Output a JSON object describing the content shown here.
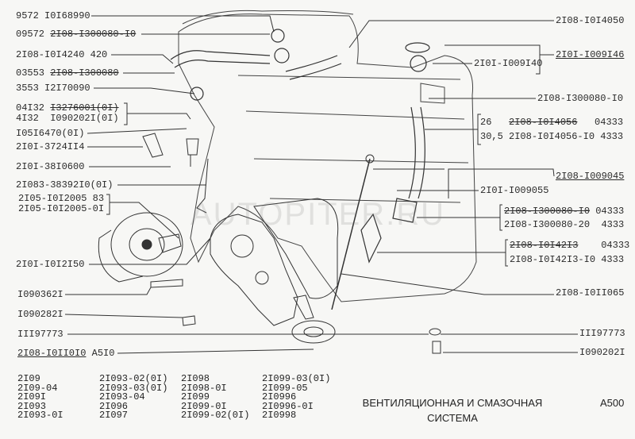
{
  "watermark": "AUTOPITER.RU",
  "left_labels": [
    {
      "qty": "9572",
      "part": "I0I68990"
    },
    {
      "qty": "09572",
      "part": "2I08-I300080-I0",
      "struck": true
    },
    {
      "part": "2I08-I0I4240",
      "suffix": "420"
    },
    {
      "qty": "03553",
      "part": "2I08-I300080",
      "struck": true
    },
    {
      "qty": "3553",
      "part": "I2I70090"
    },
    {
      "qty": "04I32",
      "part": "I3276001(0I)",
      "struck": true
    },
    {
      "qty": "4I32",
      "part": "I090202I(0I)"
    },
    {
      "part": "I05I6470(0I)"
    },
    {
      "part": "2I0I-3724II4"
    },
    {
      "part": "2I0I-38I0600"
    },
    {
      "part": "2I083-38392I0(0I)"
    },
    {
      "part": "2I05-I0I2005",
      "suffix": "83"
    },
    {
      "part": "2I05-I0I2005-0I"
    },
    {
      "part": "2I0I-I0I2I50"
    },
    {
      "part": "I090362I"
    },
    {
      "part": "I090282I"
    },
    {
      "part": "III97773"
    },
    {
      "part": "2I08-I0II0I0",
      "suffix": "A5I0",
      "underlined": true
    }
  ],
  "right_labels": [
    {
      "part": "2I08-I0I4050"
    },
    {
      "part": "2I0I-I009I40"
    },
    {
      "part": "2I0I-I009I46",
      "underlined": true
    },
    {
      "part": "2I08-I300080-I0"
    },
    {
      "qty": "26",
      "part": "2I08-I0I4056",
      "suffix": "04333",
      "struck": true
    },
    {
      "qty": "30,5",
      "part": "2I08-I0I4056-I0",
      "suffix": "4333"
    },
    {
      "part": "2I08-I009045",
      "underlined": true
    },
    {
      "part": "2I0I-I009055"
    },
    {
      "part": "2I08-I300080-I0",
      "suffix": "04333",
      "struck": true
    },
    {
      "part": "2I08-I300080-20",
      "suffix": "4333"
    },
    {
      "part": "2I08-I0I42I3",
      "suffix": "04333",
      "struck": true
    },
    {
      "part": "2I08-I0I42I3-I0",
      "suffix": "4333"
    },
    {
      "part": "2I08-I0II065"
    },
    {
      "part": "III97773"
    },
    {
      "part": "I090202I"
    }
  ],
  "models": [
    [
      "2I09",
      "2I09-04",
      "2I09I",
      "2I093",
      "2I093-0I"
    ],
    [
      "2I093-02(0I)",
      "2I093-03(0I)",
      "2I093-04",
      "2I096",
      "2I097"
    ],
    [
      "2I098",
      "2I098-0I",
      "2I099",
      "2I099-0I",
      "2I099-02(0I)"
    ],
    [
      "2I099-03(0I)",
      "2I099-05",
      "2I0996",
      "2I0996-0I",
      "2I0998"
    ]
  ],
  "title_line1": "ВЕНТИЛЯЦИОННАЯ И СМАЗОЧНАЯ",
  "title_line2": "СИСТЕМА",
  "page_code": "A500"
}
